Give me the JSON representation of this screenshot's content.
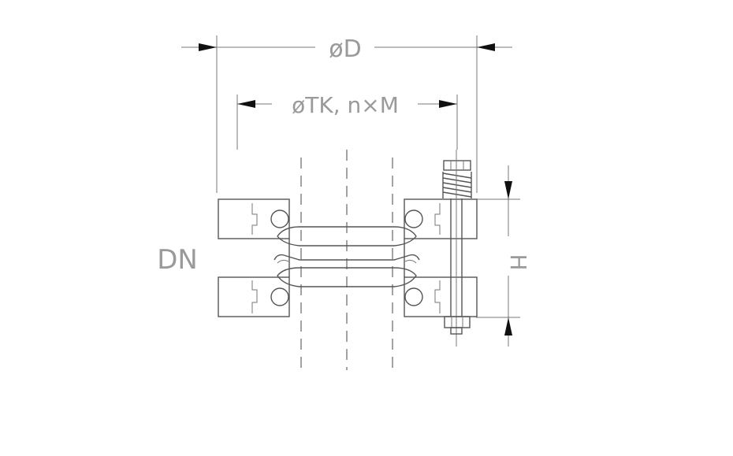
{
  "labels": {
    "outer_diameter": "øD",
    "bolt_circle": "øTK, n×M",
    "nominal_diameter": "DN",
    "height": "H"
  },
  "colors": {
    "background": "#ffffff",
    "line": "#555555",
    "label": "#9a9a9a",
    "arrow": "#111111"
  }
}
